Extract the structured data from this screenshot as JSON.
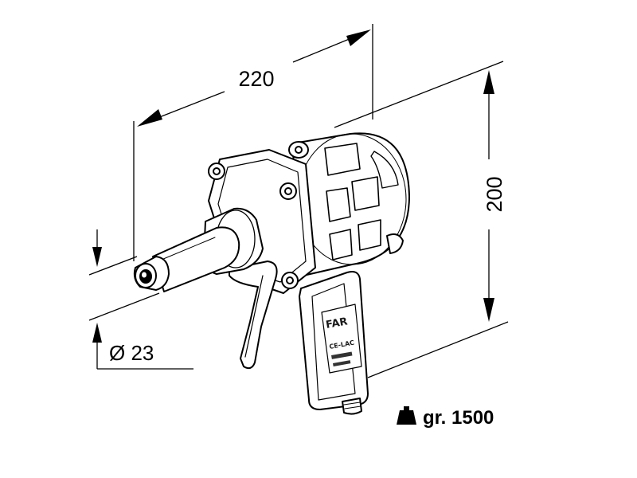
{
  "drawing": {
    "length_value": "220",
    "height_value": "200",
    "diameter_value": "Ø 23",
    "weight_icon": "weight-icon",
    "weight_value": "gr. 1500",
    "handle_stamp": {
      "logo": "FAR",
      "cert_mark": "CE-LAC"
    },
    "line_color": "#000000",
    "fill_color": "#ffffff"
  }
}
